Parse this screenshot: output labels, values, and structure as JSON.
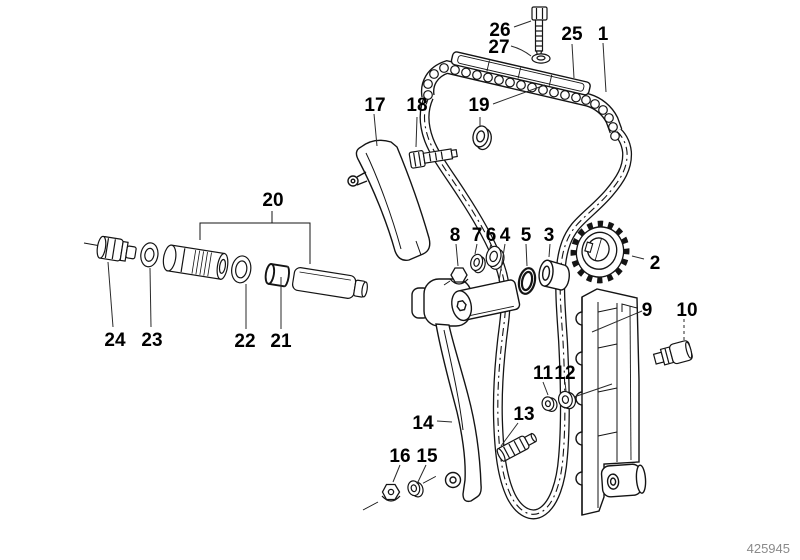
{
  "diagram": {
    "drawing_number": "425945"
  },
  "labels": {
    "p1": "1",
    "p2": "2",
    "p3": "3",
    "p4": "4",
    "p5": "5",
    "p6": "6",
    "p7": "7",
    "p8": "8",
    "p9": "9",
    "p10": "10",
    "p11": "11",
    "p12": "12",
    "p13": "13",
    "p14": "14",
    "p15": "15",
    "p16": "16",
    "p17": "17",
    "p18": "18",
    "p19": "19",
    "p20": "20",
    "p21": "21",
    "p22": "22",
    "p23": "23",
    "p24": "24",
    "p25": "25",
    "p26": "26",
    "p27": "27"
  }
}
